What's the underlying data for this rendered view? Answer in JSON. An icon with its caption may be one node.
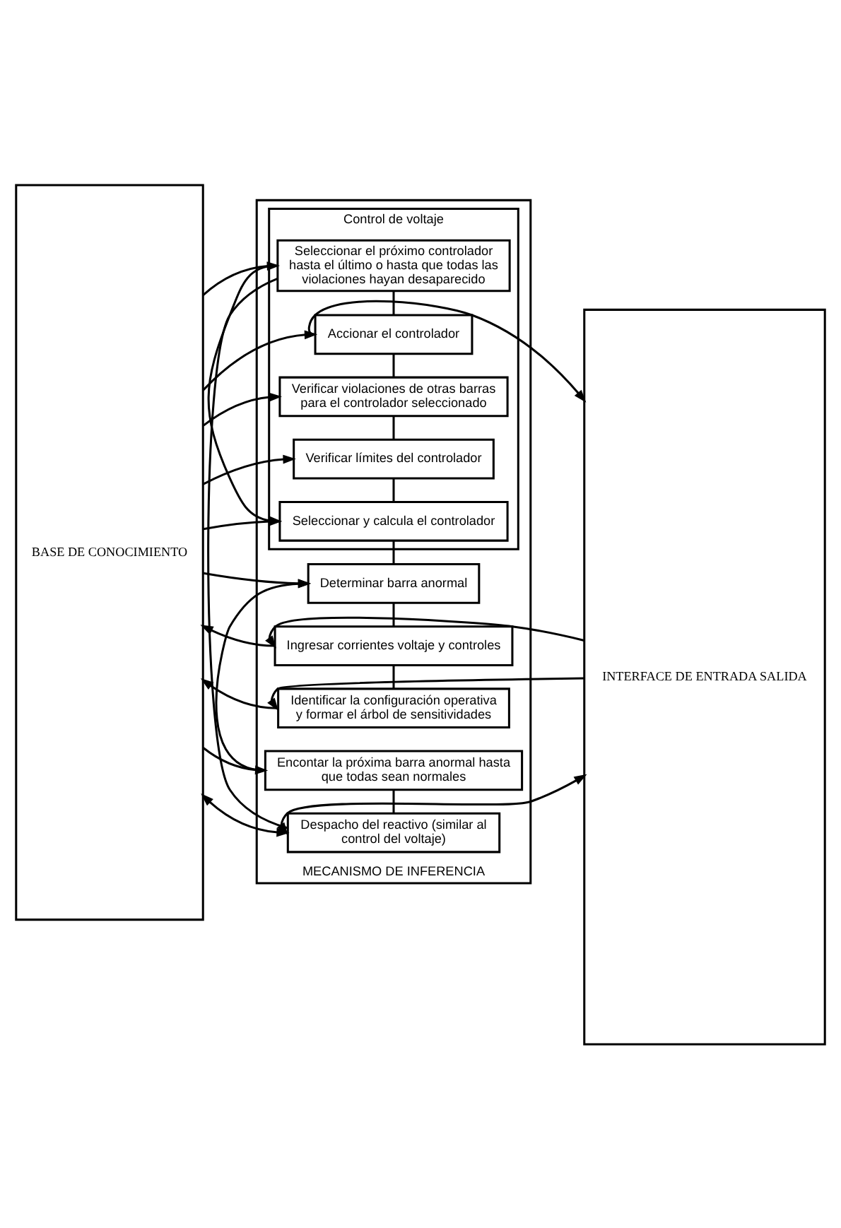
{
  "diagram": {
    "nodes": [
      {
        "text": [
          "BASE DE CONOCIMIENTO"
        ]
      },
      {
        "text": [
          "MECANISMO DE INFERENCIA"
        ]
      },
      {
        "text": [
          "INTERFACE DE ENTRADA SALIDA"
        ]
      },
      {
        "text": [
          "Identificar la configuración operativa y formar el árbol de sensitividades"
        ],
        "in": 1
      },
      {
        "text": [
          "Ingresar corrientes voltaje y controles"
        ],
        "in": 1
      },
      {
        "text": [
          "Determinar barra anormal"
        ],
        "in": 1
      },
      {
        "text": [
          "Control de voltaje"
        ],
        "in": 1
      },
      {
        "text": [
          "Seleccionar y calcula el controlador"
        ],
        "in": 6
      },
      {
        "text": [
          "Verificar límites del controlador"
        ],
        "in": 6
      },
      {
        "text": [
          "Verificar violaciones de otras barras para el controlador seleccionado"
        ],
        "in": 6
      },
      {
        "text": [
          "Accionar el controlador"
        ],
        "in": 6
      },
      {
        "text": [
          "Seleccionar el próximo controlador hasta el último o hasta que todas las violaciones hayan desaparecido"
        ],
        "in": 6
      },
      {
        "text": [
          "Despacho del reactivo (similar al control del voltaje)"
        ],
        "in": 1
      },
      {
        "text": [
          "Encontar la próxima barra anormal hasta que todas sean normales"
        ],
        "in": 1
      }
    ],
    "edges": [
      {
        "from": 3,
        "to": 0,
        "arrow": "to"
      },
      {
        "from": 2,
        "to": 3,
        "arrow": "to"
      },
      {
        "from": 3,
        "to": 4,
        "arrow": "none"
      },
      {
        "from": 4,
        "to": 0,
        "arrow": "to"
      },
      {
        "from": 2,
        "to": 4,
        "arrow": "to"
      },
      {
        "from": 4,
        "to": 5,
        "arrow": "none"
      },
      {
        "from": 13,
        "to": 5,
        "arrow": "to"
      },
      {
        "from": 0,
        "to": 5,
        "arrow": "to"
      },
      {
        "from": 5,
        "to": 7,
        "arrow": "none"
      },
      {
        "from": 11,
        "to": 7,
        "arrow": "to"
      },
      {
        "from": 0,
        "to": 7,
        "arrow": "to"
      },
      {
        "from": 7,
        "to": 8,
        "arrow": "none"
      },
      {
        "from": 0,
        "to": 8,
        "arrow": "to"
      },
      {
        "from": 8,
        "to": 9,
        "arrow": "none"
      },
      {
        "from": 0,
        "to": 9,
        "arrow": "to"
      },
      {
        "from": 9,
        "to": 10,
        "arrow": "none"
      },
      {
        "from": 0,
        "to": 10,
        "arrow": "to"
      },
      {
        "from": 10,
        "to": 2,
        "arrow": "to"
      },
      {
        "from": 10,
        "to": 11,
        "arrow": "none"
      },
      {
        "from": 0,
        "to": 11,
        "arrow": "to"
      },
      {
        "from": 11,
        "to": 12,
        "arrow": "none"
      },
      {
        "from": 0,
        "to": 12,
        "arrow": "both"
      },
      {
        "from": 12,
        "to": 2,
        "arrow": "both"
      },
      {
        "from": 12,
        "to": 13,
        "arrow": "none"
      },
      {
        "from": 0,
        "to": 13,
        "arrow": "to"
      }
    ]
  }
}
